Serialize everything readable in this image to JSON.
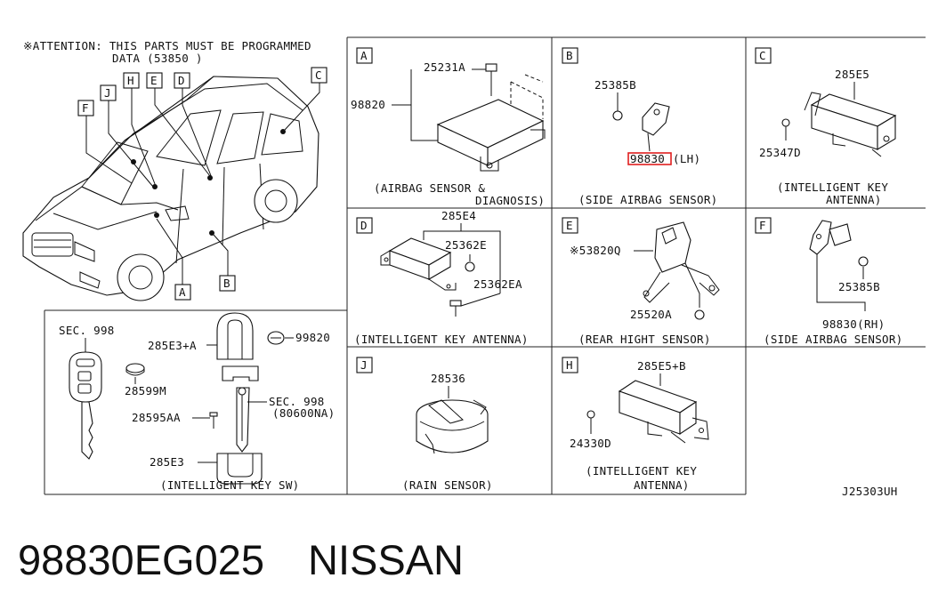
{
  "attention": {
    "line1": "※ATTENTION: THIS PARTS MUST BE PROGRAMMED",
    "line2": "DATA (53850    )"
  },
  "vehicle_callouts": [
    "F",
    "J",
    "H",
    "E",
    "D",
    "C",
    "A",
    "B"
  ],
  "panels": {
    "A": {
      "letter": "A",
      "parts": [
        "25231A",
        "98820"
      ],
      "caption": "(AIRBAG SENSOR &",
      "caption2": "DIAGNOSIS)"
    },
    "B": {
      "letter": "B",
      "parts": [
        "25385B",
        "98830",
        "(LH)"
      ],
      "caption": "(SIDE AIRBAG SENSOR)"
    },
    "C": {
      "letter": "C",
      "parts": [
        "285E5",
        "25347D"
      ],
      "caption": "(INTELLIGENT KEY",
      "caption2": "ANTENNA)"
    },
    "D": {
      "letter": "D",
      "parts": [
        "285E4",
        "25362E",
        "25362EA"
      ],
      "caption": "(INTELLIGENT KEY ANTENNA)"
    },
    "E": {
      "letter": "E",
      "parts": [
        "※53820Q",
        "25520A"
      ],
      "caption": "(REAR HIGHT SENSOR)"
    },
    "F": {
      "letter": "F",
      "parts": [
        "25385B",
        "98830(RH)"
      ],
      "caption": "(SIDE AIRBAG SENSOR)"
    },
    "J": {
      "letter": "J",
      "parts": [
        "28536"
      ],
      "caption": "(RAIN SENSOR)"
    },
    "H": {
      "letter": "H",
      "parts": [
        "285E5+B",
        "24330D"
      ],
      "caption": "(INTELLIGENT KEY",
      "caption2": "ANTENNA)"
    }
  },
  "key_panel": {
    "parts": [
      "SEC. 998",
      "285E3+A",
      "99820",
      "28599M",
      "28595AA",
      "SEC. 998",
      "(80600NA)",
      "285E3"
    ],
    "caption": "(INTELLIGENT KEY SW)"
  },
  "diagram_code": "J25303UH",
  "footer": {
    "part_number": "98830EG025",
    "brand": "NISSAN"
  },
  "colors": {
    "line": "#111111",
    "highlight": "#e02020",
    "background": "#ffffff"
  }
}
